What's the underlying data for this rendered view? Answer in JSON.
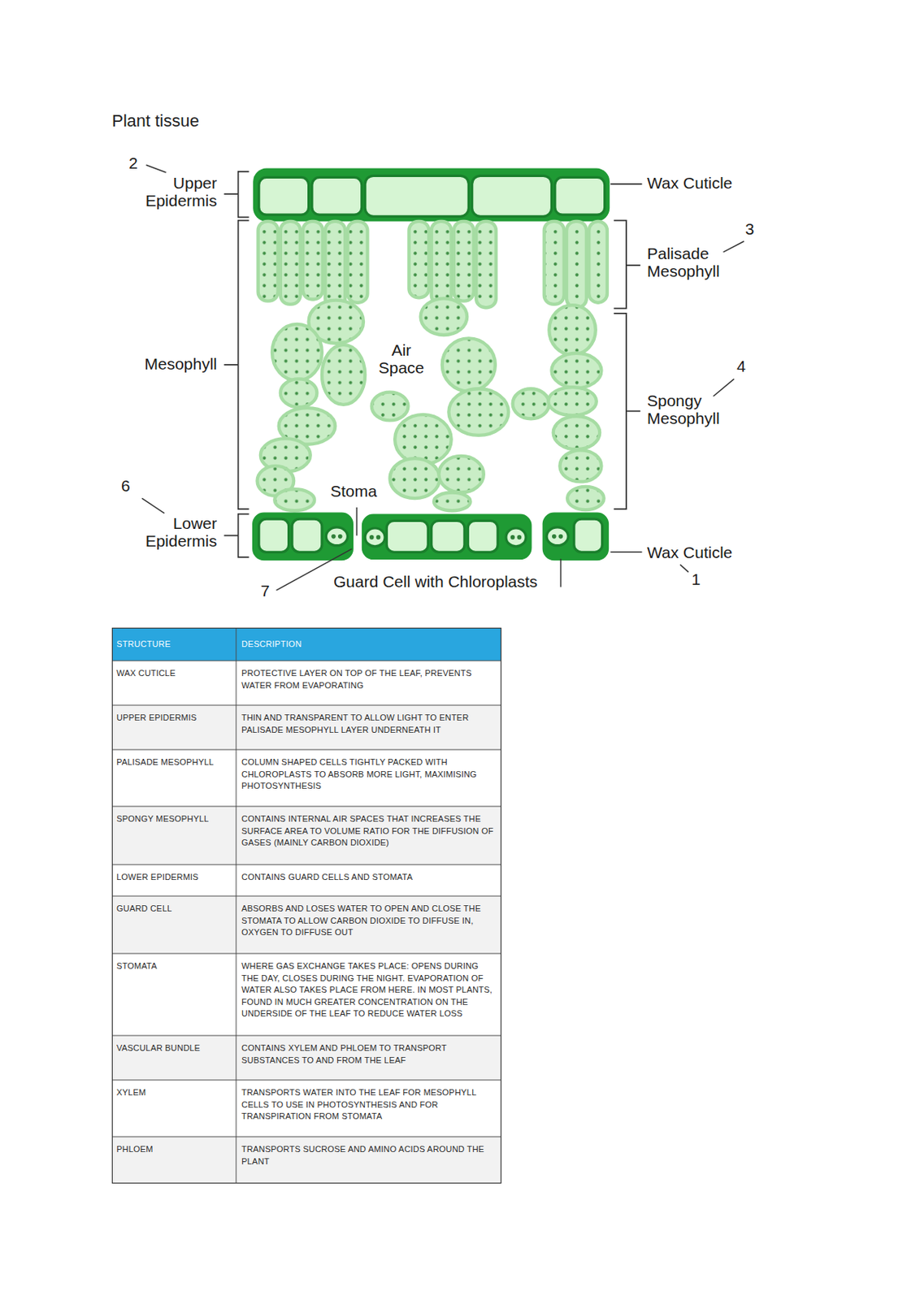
{
  "diagram": {
    "title": "Plant tissue",
    "labels": [
      "2",
      "Upper Epidermis",
      "Wax Cuticle",
      "3",
      "Palisade Mesophyll",
      "Mesophyll",
      "Air Space",
      "4",
      "Spongy Mesophyll",
      "6",
      "Stoma",
      "Lower Epidermis",
      "Wax Cuticle",
      "1",
      "7",
      "Guard Cell with Chloroplasts",
      "STRUCTURE",
      "DESCRIPTION",
      "WAX CUTICLE",
      "PROTECTIVE LAYER ON TOP OF THE LEAF, PREVENTS WATER FROM EVAPORATING",
      "UPPER EPIDERMIS",
      "THIN AND TRANSPARENT TO ALLOW LIGHT TO ENTER PALISADE MESOPHYLL LAYER UNDERNEATH IT",
      "PALISADE MESOPHYLL",
      "COLUMN SHAPED CELLS TIGHTLY PACKED WITH CHLOROPLASTS TO ABSORB MORE LIGHT, MAXIMISING PHOTOSYNTHESIS",
      "SPONGY MESOPHYLL",
      "CONTAINS INTERNAL AIR SPACES THAT INCREASES THE SURFACE AREA TO VOLUME RATIO FOR THE DIFFUSION OF GASES (MAINLY CARBON DIOXIDE)",
      "LOWER EPIDERMIS",
      "CONTAINS GUARD CELLS AND STOMATA",
      "GUARD CELL",
      "ABSORBS AND LOSES WATER TO OPEN AND CLOSE THE STOMATA TO ALLOW CARBON DIOXIDE TO DIFFUSE IN, OXYGEN TO DIFFUSE OUT",
      "STOMATA",
      "WHERE GAS EXCHANGE TAKES PLACE: OPENS DURING THE DAY, CLOSES DURING THE NIGHT. EVAPORATION OF WATER ALSO TAKES PLACE FROM HERE. IN MOST PLANTS, FOUND IN MUCH GREATER CONCENTRATION ON THE UNDERSIDE OF THE LEAF TO REDUCE WATER LOSS",
      "VASCULAR BUNDLE",
      "CONTAINS XYLEM AND PHLOEM TO TRANSPORT SUBSTANCES TO AND FROM THE LEAF",
      "XYLEM",
      "TRANSPORTS WATER INTO THE LEAF FOR MESOPHYLL CELLS TO USE IN PHOTOSYNTHESIS AND FOR TRANSPIRATION FROM STOMATA",
      "PHLOEM",
      "TRANSPORTS SUCROSE AND AMINO ACIDS AROUND THE PLANT"
    ]
  }
}
